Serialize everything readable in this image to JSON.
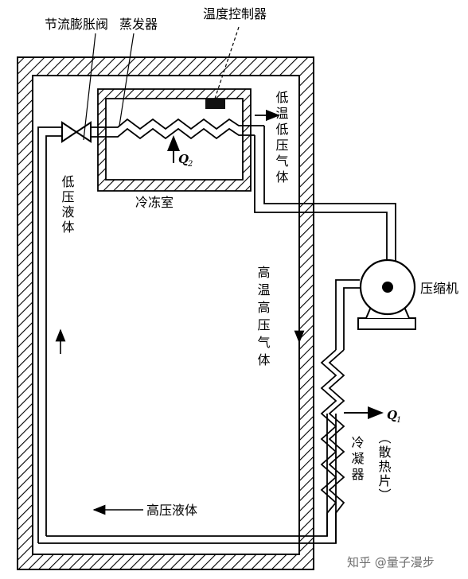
{
  "labels": {
    "throttle_valve": "节流膨胀阀",
    "evaporator": "蒸发器",
    "thermostat": "温度控制器",
    "low_temp_low_pressure_gas": "低温低压气体",
    "q2": "Q",
    "q2_sub": "2",
    "freezer": "冷冻室",
    "low_pressure_liquid": "低压液体",
    "high_temp_high_pressure_gas": "高温高压气体",
    "compressor": "压缩机",
    "q1": "Q",
    "q1_sub": "1",
    "condenser": "冷凝器",
    "radiator": "（散热片）",
    "high_pressure_liquid": "高压液体",
    "watermark": "知乎 @量子漫步"
  },
  "colors": {
    "line": "#000000",
    "background": "#ffffff",
    "watermark": "#6d6d6d"
  }
}
